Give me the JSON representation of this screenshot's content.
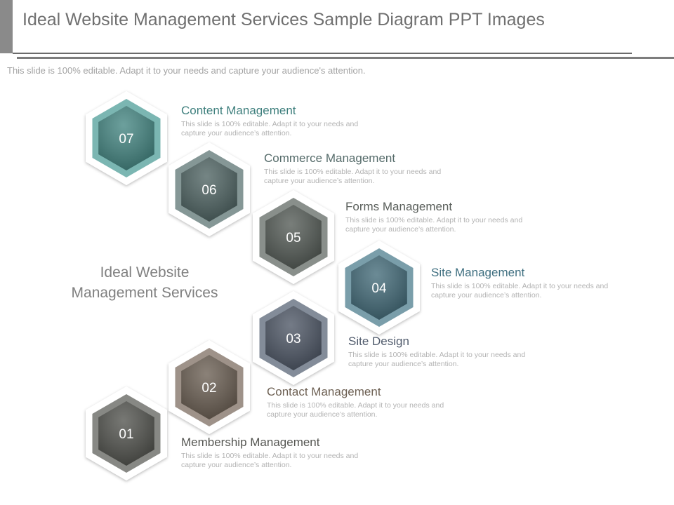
{
  "header": {
    "title": "Ideal Website Management Services Sample Diagram PPT Images",
    "subtitle": "This slide is 100% editable. Adapt it to your needs and capture your audience's attention."
  },
  "center_label": {
    "line1": "Ideal Website",
    "line2": "Management Services"
  },
  "items": [
    {
      "number": "07",
      "title": "Content Management",
      "description": "This slide is 100% editable. Adapt it to your needs and capture your audience’s attention.",
      "color": "#4f9d98",
      "title_color": "#3e7f7d"
    },
    {
      "number": "06",
      "title": "Commerce Management",
      "description": "This slide is 100% editable. Adapt it to your needs and capture your audience’s attention.",
      "color": "#5c7473",
      "title_color": "#556b6a"
    },
    {
      "number": "05",
      "title": "Forms Management",
      "description": "This slide is 100% editable. Adapt it to your needs and capture your audience’s attention.",
      "color": "#626a64",
      "title_color": "#5a5f5b"
    },
    {
      "number": "04",
      "title": "Site Management",
      "description": "This slide is 100% editable. Adapt it to your needs and capture your audience’s attention.",
      "color": "#4e7d8d",
      "title_color": "#3f6f80"
    },
    {
      "number": "03",
      "title": "Site Design",
      "description": "This slide is 100% editable. Adapt it to your needs and capture your audience’s attention.",
      "color": "#5a6577",
      "title_color": "#505b6c"
    },
    {
      "number": "02",
      "title": "Contact Management",
      "description": "This slide is 100% editable. Adapt it to your needs and capture your audience’s attention.",
      "color": "#7d6e61",
      "title_color": "#6e6154"
    },
    {
      "number": "01",
      "title": "Membership Management",
      "description": "This slide is 100% editable. Adapt it to your needs and capture your audience’s attention.",
      "color": "#5f605b",
      "title_color": "#555652"
    }
  ]
}
